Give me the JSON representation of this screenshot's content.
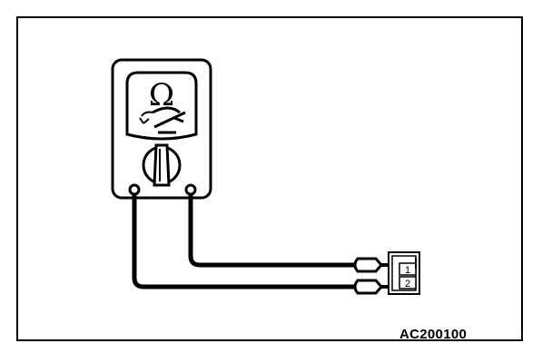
{
  "figure_code": "AC200100",
  "meter": {
    "symbol": "Ω",
    "dial_icon": "selector-knob-icon",
    "needle_icon": "meter-needle-icon"
  },
  "connector": {
    "pins": [
      "1",
      "2"
    ]
  },
  "colors": {
    "line": "#000000",
    "background": "#ffffff"
  }
}
